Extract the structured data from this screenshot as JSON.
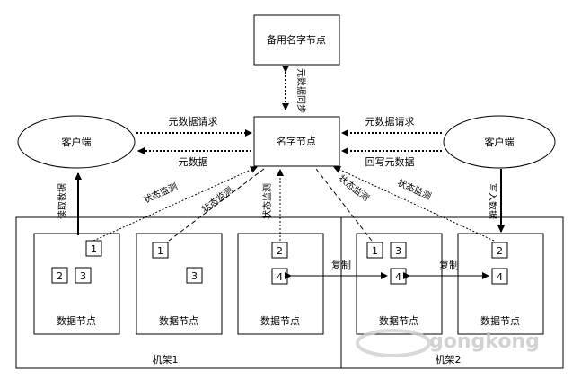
{
  "nodes": {
    "backup_namenode": "备用名字节点",
    "namenode": "名字节点",
    "client_left": "客户端",
    "client_right": "客户端",
    "datanode_label": "数据节点"
  },
  "edges": {
    "metadata_sync": "元数据同步",
    "meta_request_left": "元数据请求",
    "meta_data_left": "元数据",
    "meta_request_right": "元数据请求",
    "writeback_meta": "回写元数据",
    "read_data": "读取数据",
    "write_data": "写入数据",
    "status_monitor": "状态监测",
    "replicate": "复制"
  },
  "racks": {
    "rack1": "机架1",
    "rack2": "机架2"
  },
  "blocks": {
    "dn1": [
      "1",
      "2",
      "3"
    ],
    "dn2": [
      "1",
      "3"
    ],
    "dn3": [
      "2",
      "4"
    ],
    "dn4": [
      "1",
      "3",
      "4"
    ],
    "dn5": [
      "2",
      "4"
    ]
  },
  "watermark": "gongkong"
}
